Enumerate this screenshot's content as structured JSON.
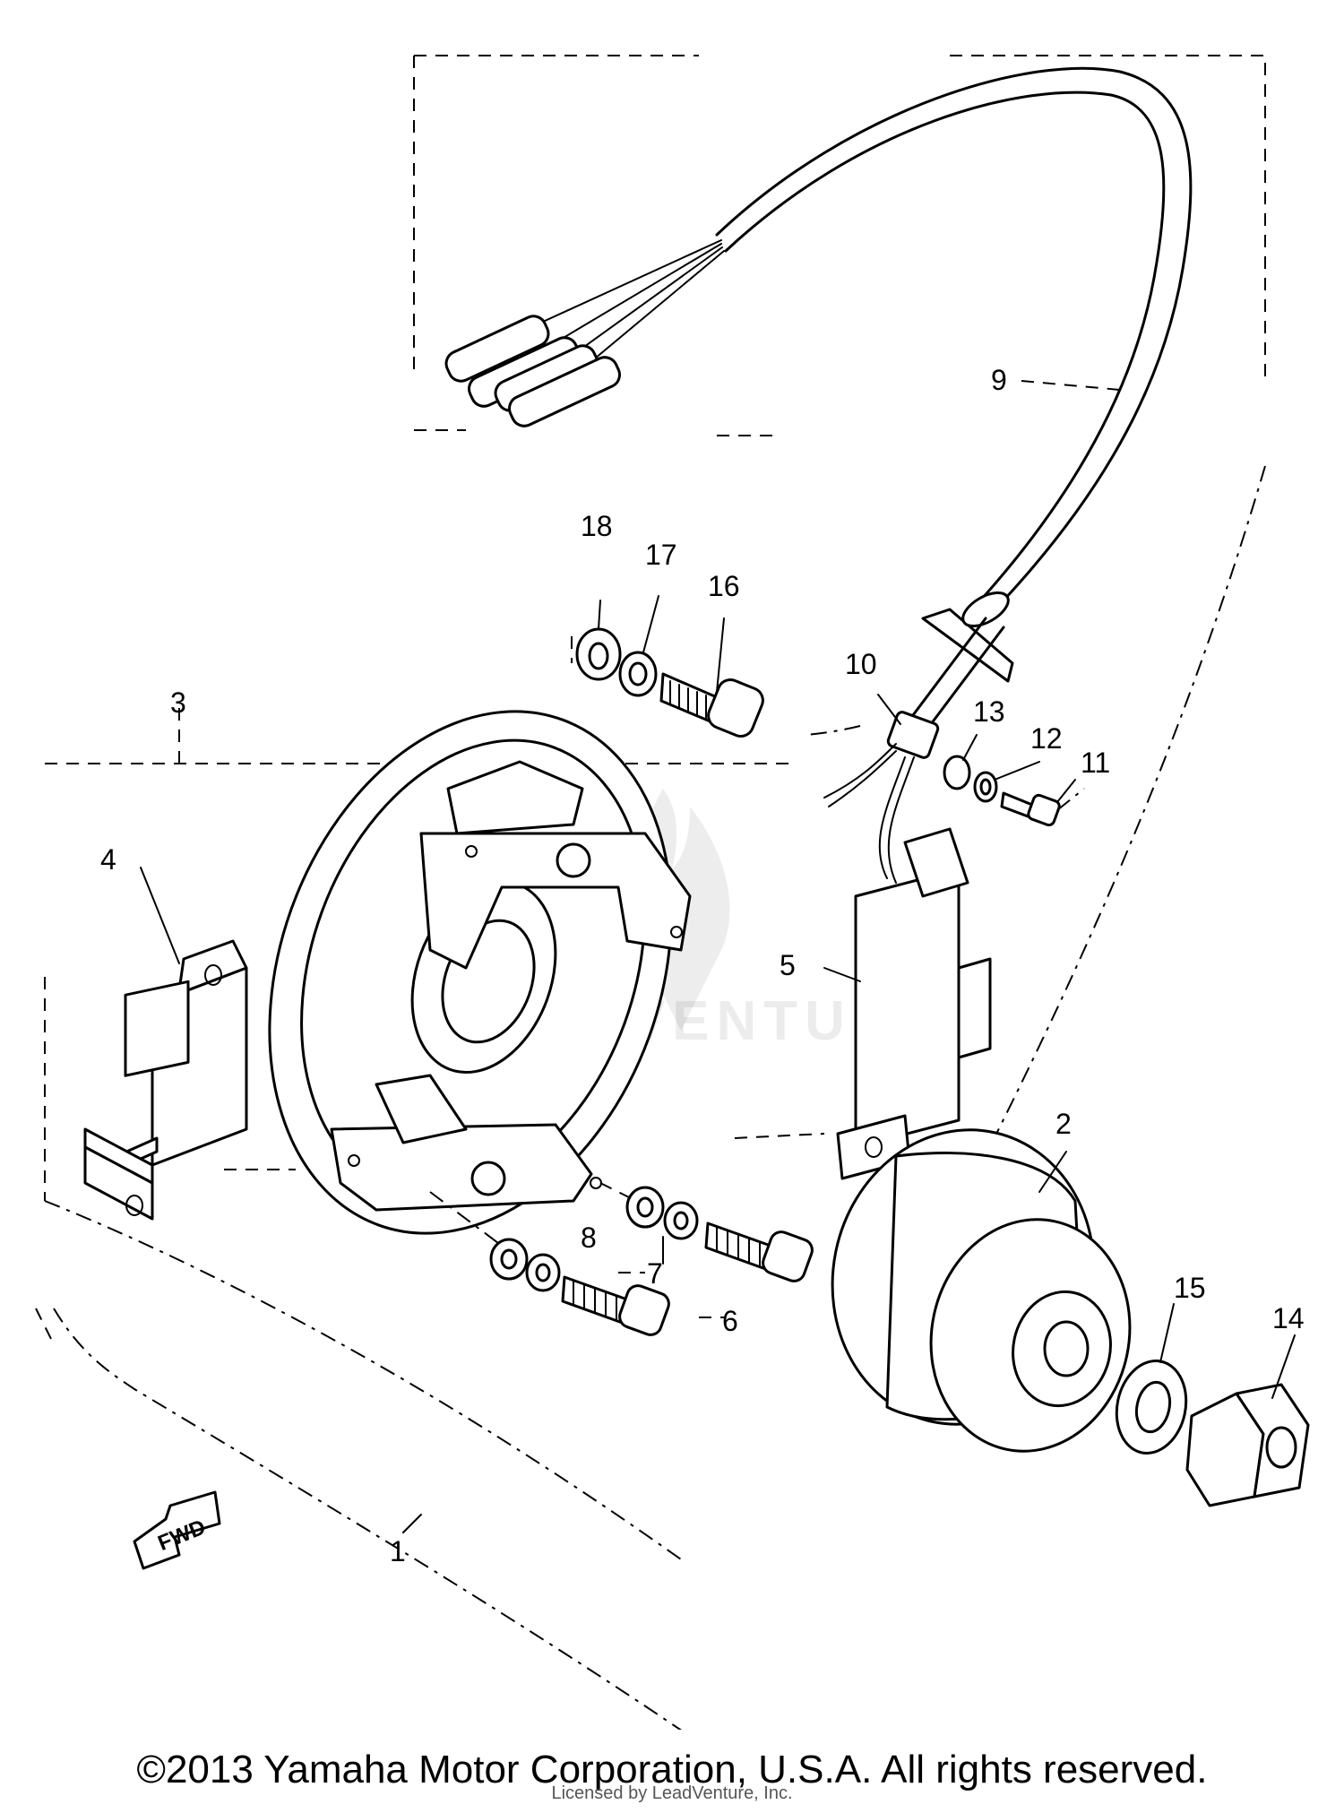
{
  "callouts": [
    "1",
    "2",
    "3",
    "4",
    "5",
    "6",
    "7",
    "8",
    "9",
    "10",
    "11",
    "12",
    "13",
    "14",
    "15",
    "16",
    "17",
    "18"
  ],
  "fwd_label": "FWD",
  "watermark": "LEADVENTURE",
  "copyright": "©2013 Yamaha Motor Corporation, U.S.A. All rights reserved.",
  "licence": "Licensed by LeadVenture, Inc."
}
